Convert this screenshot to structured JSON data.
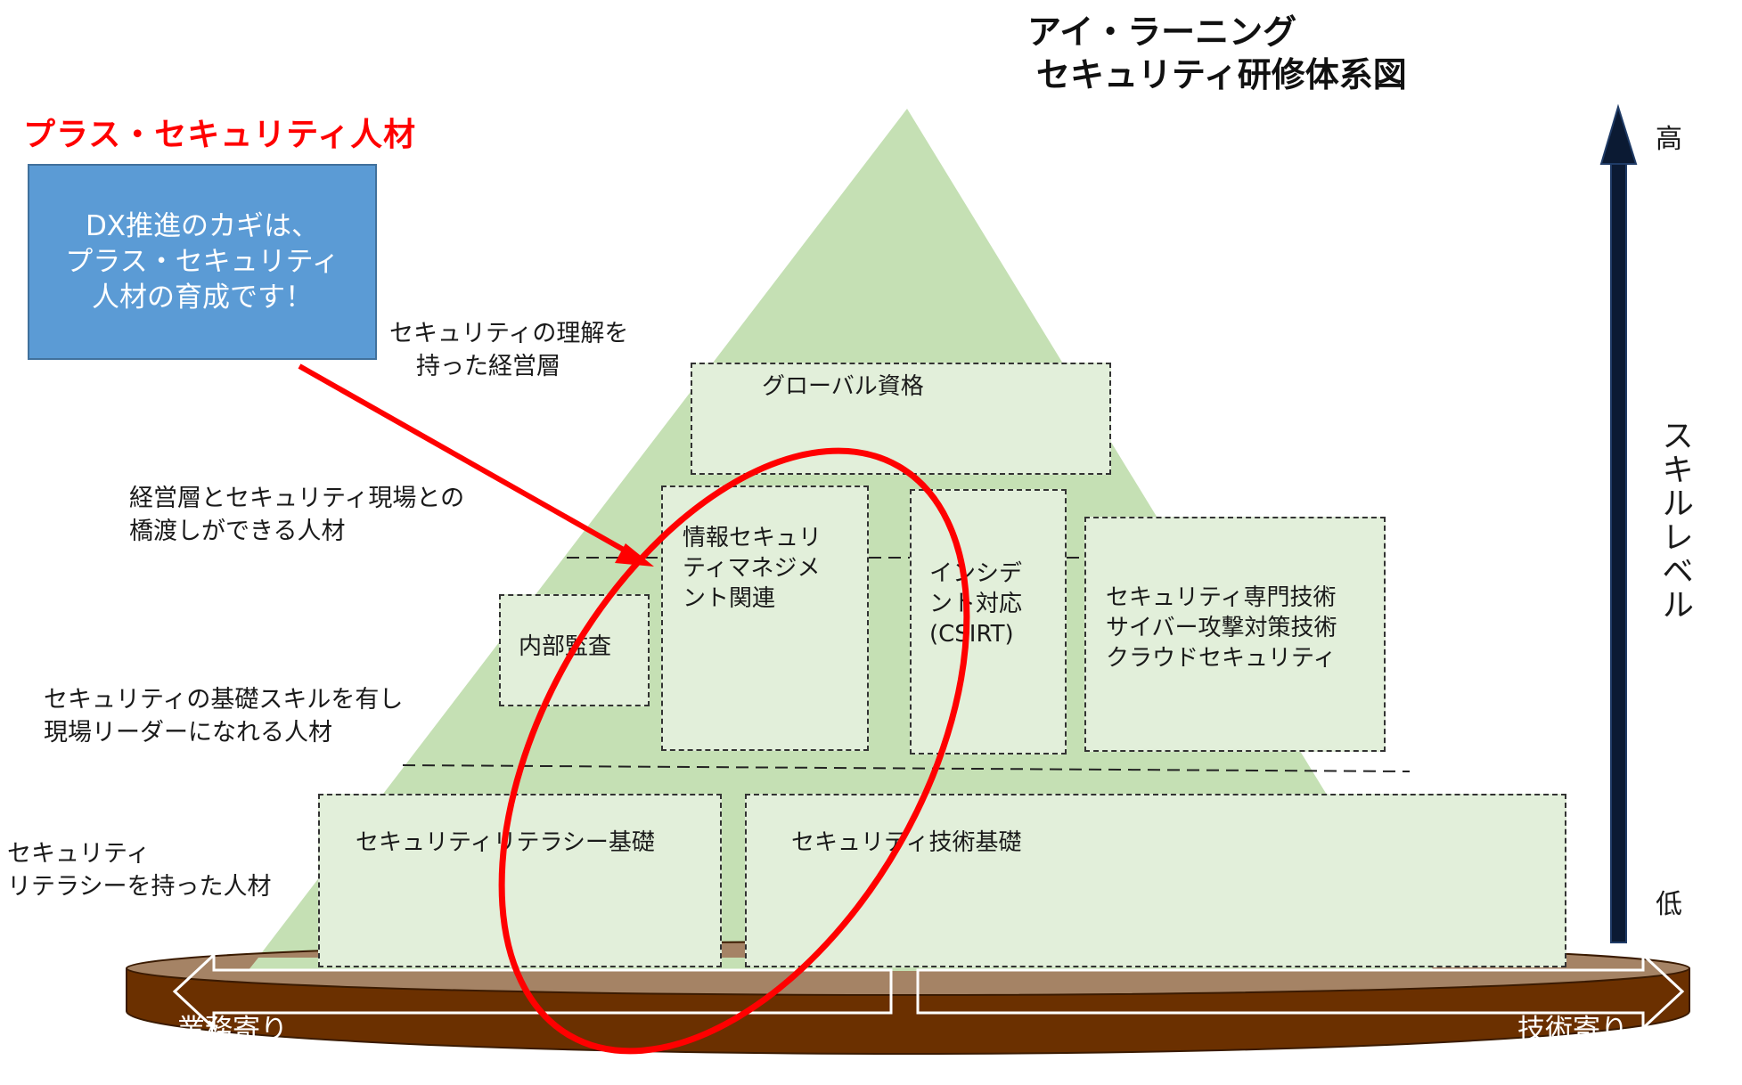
{
  "title": {
    "line1": "アイ・ラーニング",
    "line2": "セキュリティ研修体系図"
  },
  "plus_title": "プラス・セキュリティ人材",
  "blue_box": {
    "lines": [
      "DX推進のカギは、",
      "プラス・セキュリティ",
      "人材の育成です！"
    ]
  },
  "level_labels": {
    "executive": [
      "セキュリティの理解を",
      "持った経営層"
    ],
    "bridge": [
      "経営層とセキュリティ現場との",
      "橋渡しができる人材"
    ],
    "leader": [
      "セキュリティの基礎スキルを有し",
      "現場リーダーになれる人材"
    ],
    "literacy": [
      "セキュリティ",
      "リテラシーを持った人材"
    ]
  },
  "boxes": {
    "global": "グローバル資格",
    "infosec_mgmt": [
      "情報セキュリ",
      "ティマネジメ",
      "ント関連"
    ],
    "incident": [
      "インシデ",
      "ント対応",
      "(CSIRT)"
    ],
    "specialist": [
      "セキュリティ専門技術",
      "サイバー攻撃対策技術",
      "クラウドセキュリティ"
    ],
    "audit": "内部監査",
    "literacy_basic": "セキュリティリテラシー基礎",
    "tech_basic": "セキュリティ技術基礎"
  },
  "scale": {
    "high": "高",
    "low": "低",
    "axis_label": "スキルレベル"
  },
  "base": {
    "left": "業務寄り",
    "right": "技術寄り"
  },
  "colors": {
    "pyramid": "#c5e0b4",
    "box_fill": "#e2efda",
    "blue_box": "#5b9bd5",
    "accent_red": "#ff0000",
    "base_brown": "#6b3000",
    "base_top": "#a58365",
    "arrow_navy": "#0b1a33"
  }
}
